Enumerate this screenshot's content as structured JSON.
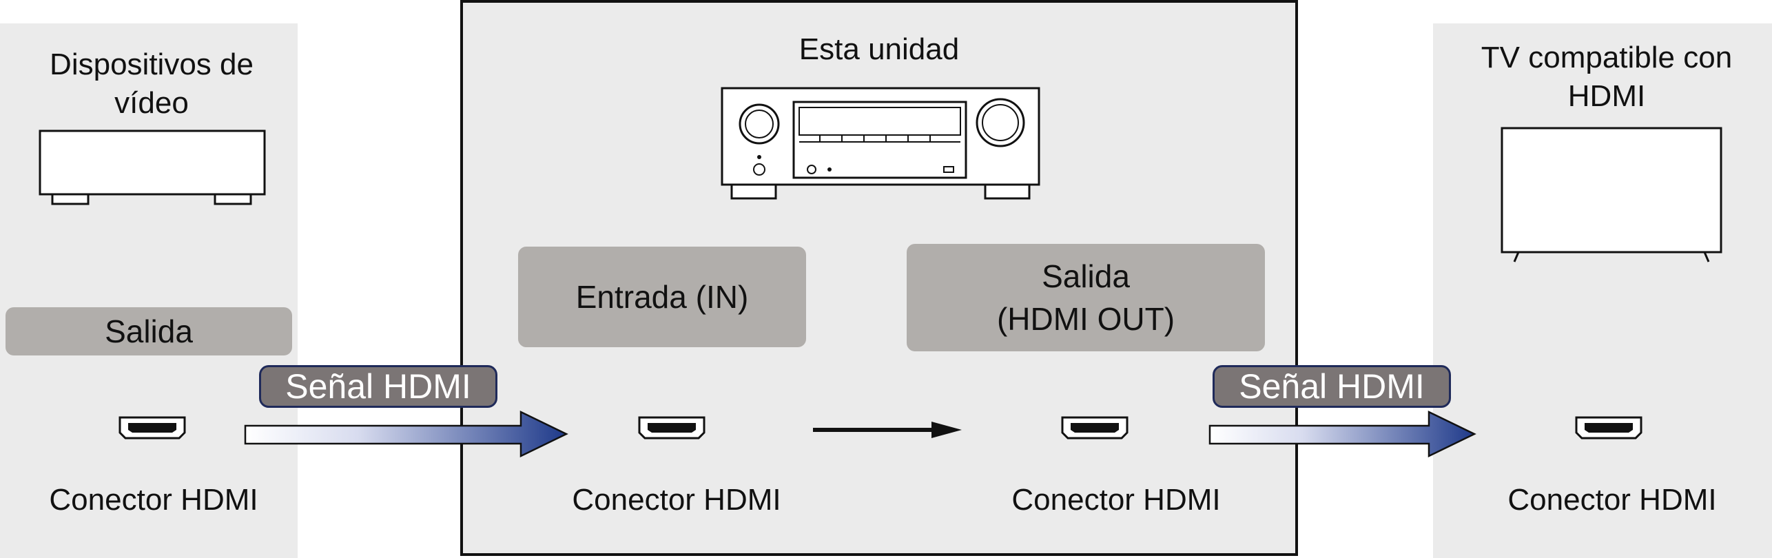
{
  "source": {
    "title": "Dispositivos de vídeo",
    "output_label": "Salida",
    "connector_label": "Conector HDMI",
    "icon": "video-device-icon"
  },
  "unit": {
    "title": "Esta unidad",
    "input_label": "Entrada (IN)",
    "output_label_line1": "Salida",
    "output_label_line2": "(HDMI OUT)",
    "input_connector_label": "Conector HDMI",
    "output_connector_label": "Conector HDMI",
    "icon": "av-receiver-icon"
  },
  "tv": {
    "title": "TV compatible con HDMI",
    "connector_label": "Conector HDMI",
    "icon": "tv-icon"
  },
  "signals": {
    "left": "Señal HDMI",
    "right": "Señal HDMI"
  },
  "colors": {
    "panel": "#ebebeb",
    "label_box": "#b1aeab",
    "signal_badge": "#7b7575",
    "arrow_end": "#1f3a8a"
  }
}
